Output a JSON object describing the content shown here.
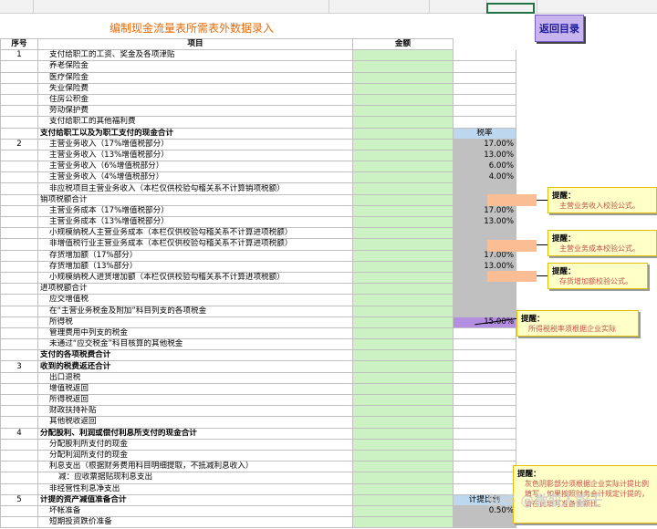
{
  "title": "编制现金流量表所需表外数据录入",
  "back_button": "返回目录",
  "headers": {
    "seq": "序号",
    "item": "项目",
    "amount": "金额"
  },
  "rows": [
    {
      "seq": "1",
      "item": "支付给职工的工资、奖金及各项津贴",
      "indent": 1,
      "bold": false,
      "extra": "",
      "extra_style": "none"
    },
    {
      "seq": "",
      "item": "养老保险金",
      "indent": 1,
      "bold": false,
      "extra": "",
      "extra_style": "none"
    },
    {
      "seq": "",
      "item": "医疗保险金",
      "indent": 1,
      "bold": false,
      "extra": "",
      "extra_style": "none"
    },
    {
      "seq": "",
      "item": "失业保险费",
      "indent": 1,
      "bold": false,
      "extra": "",
      "extra_style": "none"
    },
    {
      "seq": "",
      "item": "住房公积金",
      "indent": 1,
      "bold": false,
      "extra": "",
      "extra_style": "none"
    },
    {
      "seq": "",
      "item": "劳动保护费",
      "indent": 1,
      "bold": false,
      "extra": "",
      "extra_style": "none"
    },
    {
      "seq": "",
      "item": "支付给职工的其他福利费",
      "indent": 1,
      "bold": false,
      "extra": "",
      "extra_style": "none"
    },
    {
      "seq": "",
      "item": "支付给职工以及为职工支付的现金合计",
      "indent": 0,
      "bold": true,
      "extra": "税率",
      "extra_style": "blue"
    },
    {
      "seq": "2",
      "item": "主营业务收入（17%增值税部分）",
      "indent": 1,
      "bold": false,
      "extra": "17.00%",
      "extra_style": "gray"
    },
    {
      "seq": "",
      "item": "主营业务收入（13%增值税部分）",
      "indent": 1,
      "bold": false,
      "extra": "13.00%",
      "extra_style": "gray"
    },
    {
      "seq": "",
      "item": "主营业务收入（6%增值税部分）",
      "indent": 1,
      "bold": false,
      "extra": "6.00%",
      "extra_style": "gray"
    },
    {
      "seq": "",
      "item": "主营业务收入（4%增值税部分）",
      "indent": 1,
      "bold": false,
      "extra": "4.00%",
      "extra_style": "gray"
    },
    {
      "seq": "",
      "item": "非应税项目主营业务收入（本栏仅供校验勾稽关系不计算销项税额）",
      "indent": 1,
      "bold": false,
      "extra": "",
      "extra_style": "gray"
    },
    {
      "seq": "",
      "item": "销项税额合计",
      "indent": 0,
      "bold": false,
      "extra": "",
      "extra_style": "gray"
    },
    {
      "seq": "",
      "item": "主营业务成本（17%增值税部分）",
      "indent": 1,
      "bold": false,
      "extra": "17.00%",
      "extra_style": "gray"
    },
    {
      "seq": "",
      "item": "主营业务成本（13%增值税部分）",
      "indent": 1,
      "bold": false,
      "extra": "13.00%",
      "extra_style": "gray"
    },
    {
      "seq": "",
      "item": "小规模纳税人主营业务成本（本栏仅供校验勾稽关系不计算进项税额）",
      "indent": 1,
      "bold": false,
      "extra": "",
      "extra_style": "gray"
    },
    {
      "seq": "",
      "item": "非增值税行业主营业务成本（本栏仅供校验勾稽关系不计算进项税额）",
      "indent": 1,
      "bold": false,
      "extra": "",
      "extra_style": "gray"
    },
    {
      "seq": "",
      "item": "存货增加额（17%部分）",
      "indent": 1,
      "bold": false,
      "extra": "17.00%",
      "extra_style": "gray"
    },
    {
      "seq": "",
      "item": "存货增加额（13%部分）",
      "indent": 1,
      "bold": false,
      "extra": "13.00%",
      "extra_style": "gray"
    },
    {
      "seq": "",
      "item": "小规模纳税人进货增加额（本栏仅供校验勾稽关系不计算进项税额）",
      "indent": 1,
      "bold": false,
      "extra": "",
      "extra_style": "gray"
    },
    {
      "seq": "",
      "item": "进项税额合计",
      "indent": 0,
      "bold": false,
      "extra": "",
      "extra_style": "gray"
    },
    {
      "seq": "",
      "item": "应交增值税",
      "indent": 1,
      "bold": false,
      "extra": "",
      "extra_style": "gray"
    },
    {
      "seq": "",
      "item": "在“主营业务税金及附加”科目列支的各项税金",
      "indent": 1,
      "bold": false,
      "extra": "",
      "extra_style": "gray"
    },
    {
      "seq": "",
      "item": "所得税",
      "indent": 1,
      "bold": false,
      "extra": "15.00%",
      "extra_style": "purple"
    },
    {
      "seq": "",
      "item": "管理费用中列支的税金",
      "indent": 1,
      "bold": false,
      "extra": "",
      "extra_style": "none"
    },
    {
      "seq": "",
      "item": "未通过“应交税金”科目核算的其他税金",
      "indent": 1,
      "bold": false,
      "extra": "",
      "extra_style": "none"
    },
    {
      "seq": "",
      "item": "支付的各项税费合计",
      "indent": 0,
      "bold": true,
      "extra": "",
      "extra_style": "none"
    },
    {
      "seq": "3",
      "item": "收到的税费返还合计",
      "indent": 0,
      "bold": true,
      "extra": "",
      "extra_style": "none"
    },
    {
      "seq": "",
      "item": "出口退税",
      "indent": 1,
      "bold": false,
      "extra": "",
      "extra_style": "none"
    },
    {
      "seq": "",
      "item": "增值税返回",
      "indent": 1,
      "bold": false,
      "extra": "",
      "extra_style": "none"
    },
    {
      "seq": "",
      "item": "所得税返回",
      "indent": 1,
      "bold": false,
      "extra": "",
      "extra_style": "none"
    },
    {
      "seq": "",
      "item": "财政扶持补贴",
      "indent": 1,
      "bold": false,
      "extra": "",
      "extra_style": "none"
    },
    {
      "seq": "",
      "item": "其他税收返回",
      "indent": 1,
      "bold": false,
      "extra": "",
      "extra_style": "none"
    },
    {
      "seq": "4",
      "item": "分配股利、利润或偿付利息所支付的现金合计",
      "indent": 0,
      "bold": true,
      "extra": "",
      "extra_style": "none"
    },
    {
      "seq": "",
      "item": "分配股利所支付的现金",
      "indent": 1,
      "bold": false,
      "extra": "",
      "extra_style": "none"
    },
    {
      "seq": "",
      "item": "分配利润所支付的现金",
      "indent": 1,
      "bold": false,
      "extra": "",
      "extra_style": "none"
    },
    {
      "seq": "",
      "item": "利息支出（根据财务费用科目明细提取，不抵减利息收入）",
      "indent": 1,
      "bold": false,
      "extra": "",
      "extra_style": "none"
    },
    {
      "seq": "",
      "item": "减：应收票据贴现利息支出",
      "indent": 2,
      "bold": false,
      "extra": "",
      "extra_style": "none"
    },
    {
      "seq": "",
      "item": "非经营性利息净支出",
      "indent": 1,
      "bold": false,
      "extra": "",
      "extra_style": "none"
    },
    {
      "seq": "5",
      "item": "计提的资产减值准备合计",
      "indent": 0,
      "bold": true,
      "extra": "计提比例",
      "extra_style": "blue"
    },
    {
      "seq": "",
      "item": "坏帐准备",
      "indent": 1,
      "bold": false,
      "extra": "0.50%",
      "extra_style": "gray"
    },
    {
      "seq": "",
      "item": "短期投资跌价准备",
      "indent": 1,
      "bold": false,
      "extra": "",
      "extra_style": "gray"
    }
  ],
  "tips": [
    {
      "head": "提醒：",
      "text": "主营业务收入校验公式。"
    },
    {
      "head": "提醒：",
      "text": "主营业务成本校验公式。"
    },
    {
      "head": "提醒：",
      "text": "存货增加额校验公式。"
    },
    {
      "head": "提醒：",
      "text": "所得税税率须根据企业实际"
    },
    {
      "head": "提醒：",
      "text": "灰色阴影部分须根据企业实际计提比例填写，如果按照财务会计规定计提的，请在此填写准备金额比。"
    }
  ],
  "watermark": "知乎 @微取人能于"
}
